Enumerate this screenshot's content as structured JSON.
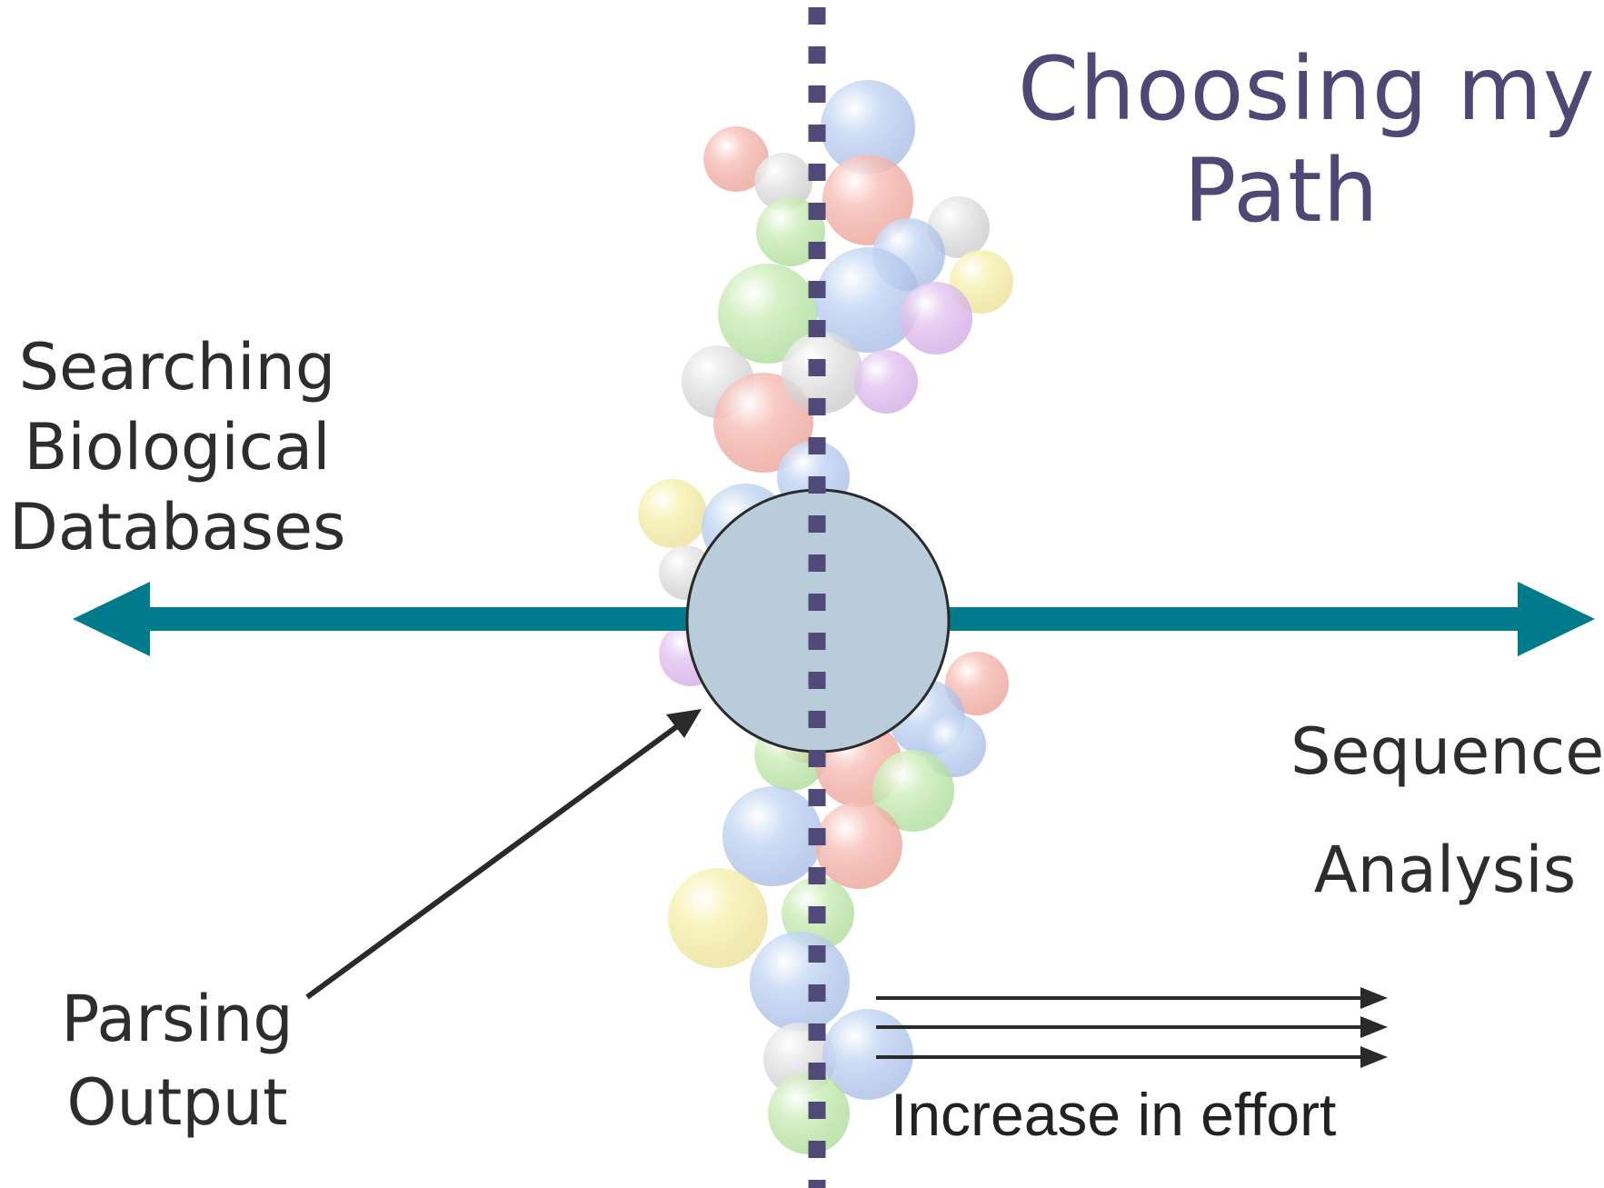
{
  "diagram": {
    "title": [
      "Choosing my",
      "Path"
    ],
    "left_label": [
      "Searching",
      "Biological",
      "Databases"
    ],
    "right_label": [
      "Sequence",
      "Analysis"
    ],
    "bottom_left_label": [
      "Parsing",
      "Output"
    ],
    "effort_label": "Increase in effort"
  },
  "colors": {
    "axis_arrow": "#007b8c",
    "dotted_line": "#504a78",
    "center_circle_fill": "#b8ccda",
    "center_circle_stroke": "#2a2a2a",
    "pointer_arrow": "#2a2a2a",
    "title_text": "#4f4875"
  },
  "icons": [
    "bubbles-background",
    "center-circle",
    "dotted-divider",
    "double-arrow",
    "pointer-arrow",
    "effort-arrows"
  ]
}
